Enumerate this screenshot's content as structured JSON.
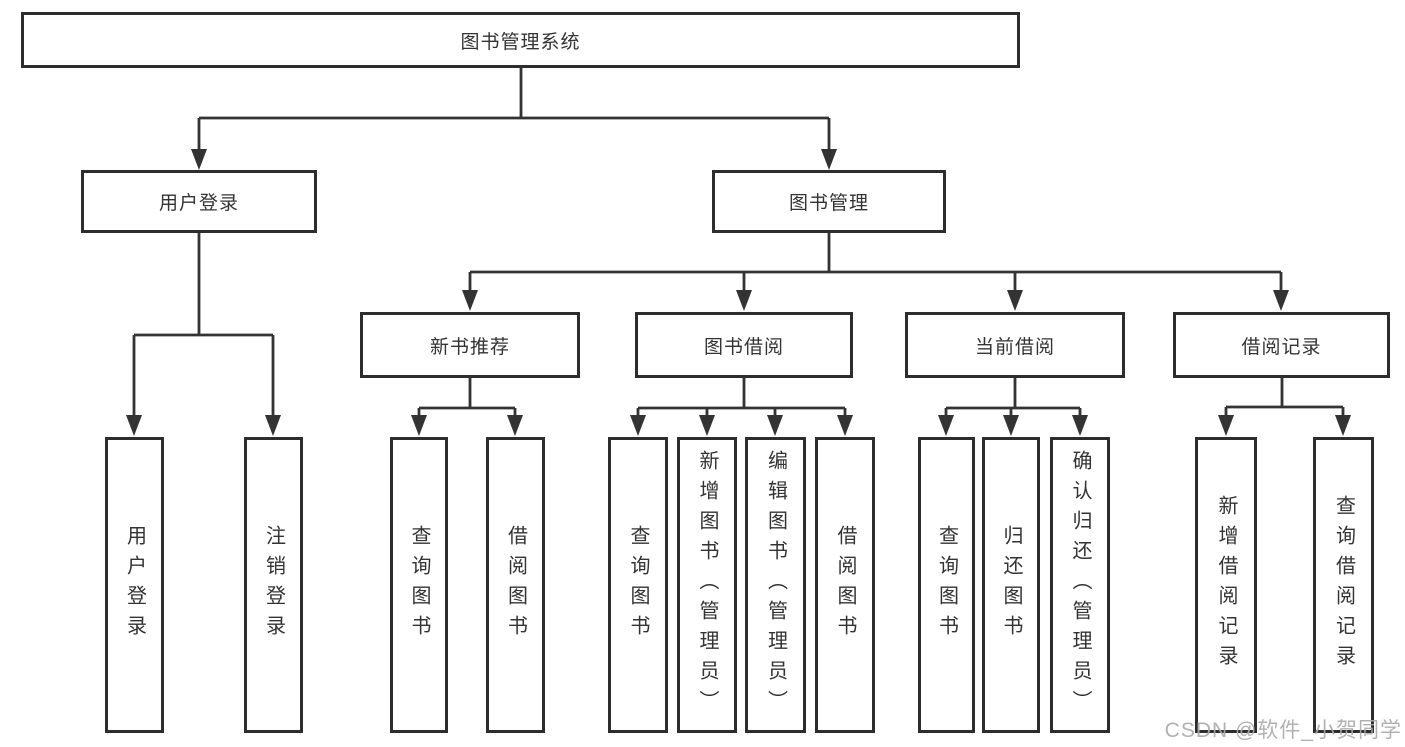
{
  "tree": {
    "root": "图书管理系统",
    "branches": [
      {
        "label": "用户登录",
        "leaves": [
          "用户登录",
          "注销登录"
        ]
      },
      {
        "label": "图书管理",
        "children": [
          {
            "label": "新书推荐",
            "leaves": [
              "查询图书",
              "借阅图书"
            ]
          },
          {
            "label": "图书借阅",
            "leaves": [
              "查询图书",
              "新增图书（管理员）",
              "编辑图书（管理员）",
              "借阅图书"
            ]
          },
          {
            "label": "当前借阅",
            "leaves": [
              "查询图书",
              "归还图书",
              "确认归还（管理员）"
            ]
          },
          {
            "label": "借阅记录",
            "leaves": [
              "新增借阅记录",
              "查询借阅记录"
            ]
          }
        ]
      }
    ]
  },
  "watermark": "CSDN @软件_小贺同学",
  "colors": {
    "line": "#333333",
    "box_border": "#2d2d2d",
    "text": "#333333",
    "watermark": "#ababab",
    "background": "#ffffff"
  }
}
